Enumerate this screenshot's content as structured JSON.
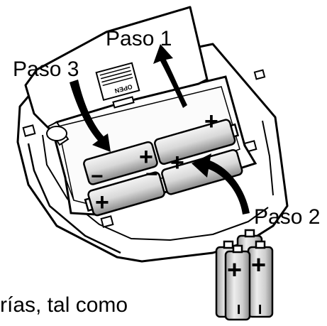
{
  "labels": {
    "step1": "Paso 1",
    "step2": "Paso 2",
    "step3": "Paso 3"
  },
  "lid_text": "OPEN",
  "caption": "rías, tal como",
  "polarity": {
    "plus": "+",
    "minus": "−"
  }
}
